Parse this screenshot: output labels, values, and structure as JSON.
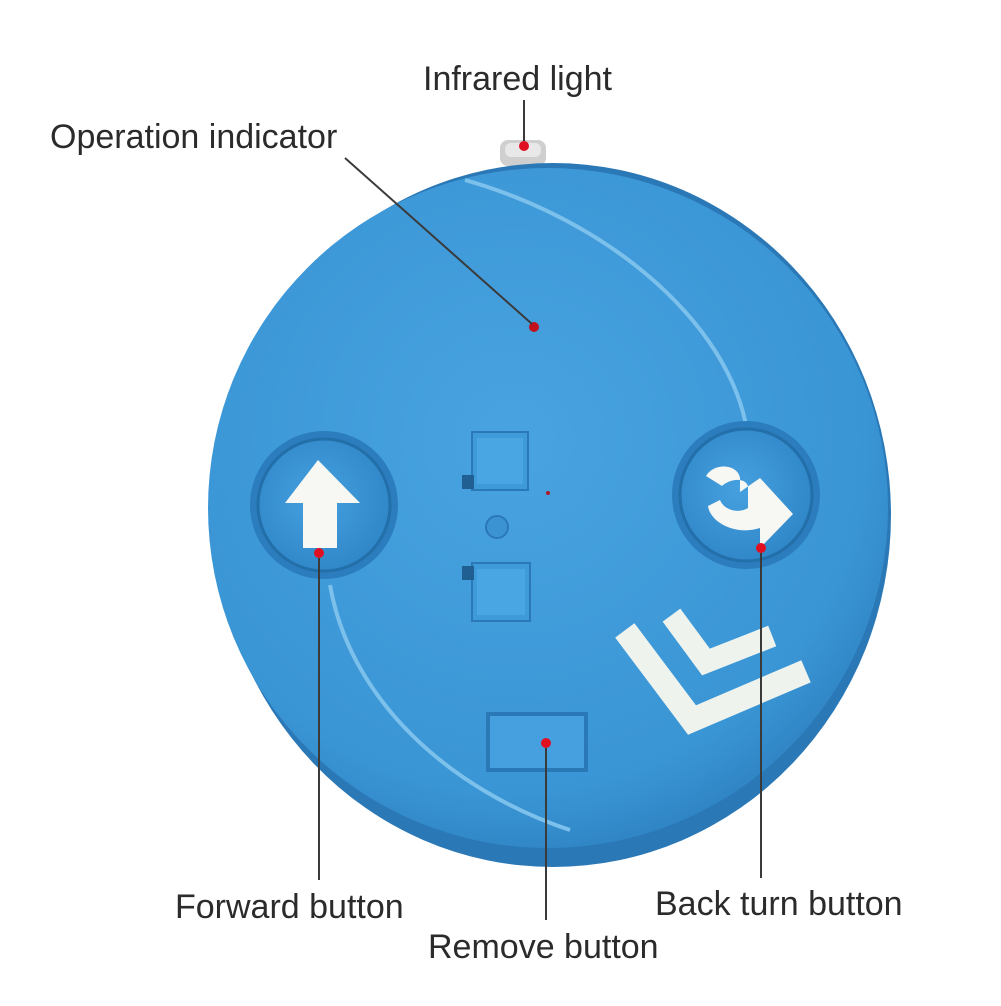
{
  "labels": {
    "infrared_light": "Infrared light",
    "operation_indicator": "Operation indicator",
    "forward_button": "Forward button",
    "back_turn_button": "Back turn button",
    "remove_button": "Remove button"
  },
  "colors": {
    "body_blue": "#3d97d6",
    "body_dark": "#2d7fbd",
    "button_face": "#3a93d3",
    "arrow_white": "#f7f7f3",
    "pointer_dot": "#e01020",
    "leader_line": "#3a3a3a"
  },
  "icons": [
    "forward-arrow-icon",
    "back-turn-arrow-icon",
    "chevron-double-icon"
  ]
}
